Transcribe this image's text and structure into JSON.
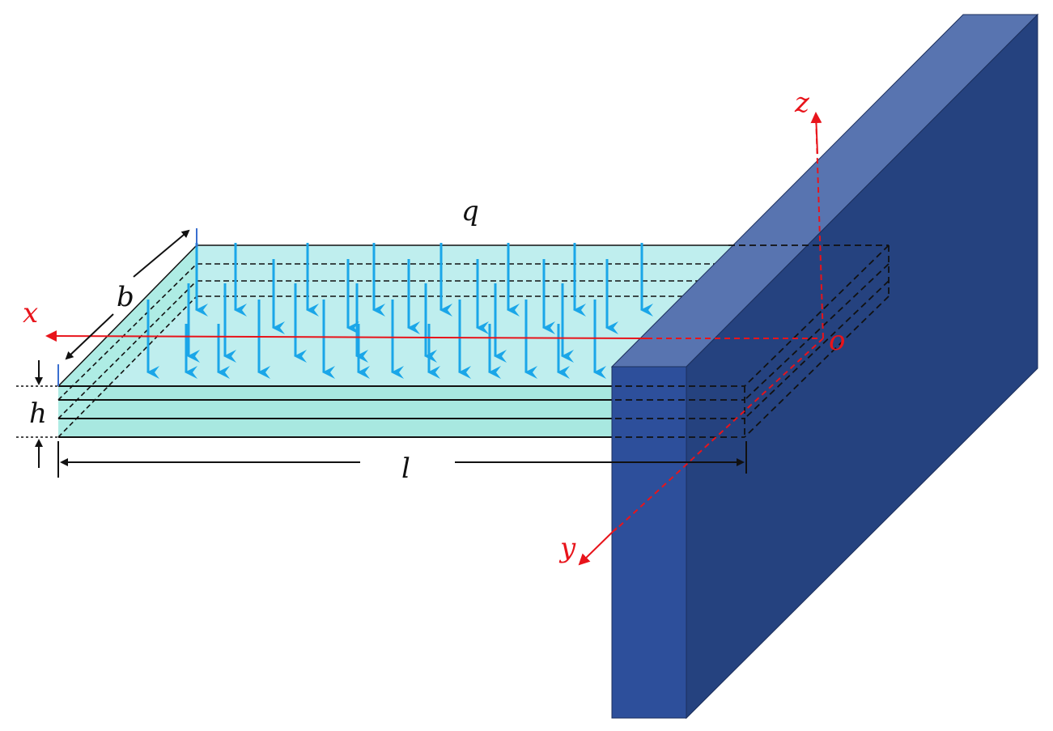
{
  "labels": {
    "load": "q",
    "width": "b",
    "thickness": "h",
    "length": "l",
    "axis_x": "x",
    "axis_y": "y",
    "axis_z": "z",
    "origin": "o"
  },
  "colors": {
    "plate_top": "#bfeeee",
    "plate_side": "#a8e8e0",
    "wall_front": "#2d4f9b",
    "wall_side": "#25427f",
    "wall_top": "#5874b0",
    "load_arrow": "#1aa6e8",
    "axis": "#e8141b",
    "outline": "#111111"
  }
}
